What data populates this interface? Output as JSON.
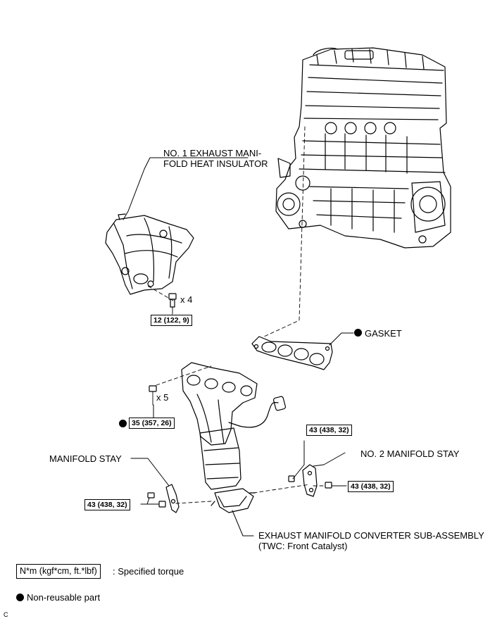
{
  "labels": {
    "insulator_line1": "NO. 1 EXHAUST MANI-",
    "insulator_line2": "FOLD HEAT INSULATOR",
    "gasket": "GASKET",
    "manifold_stay": "MANIFOLD STAY",
    "no2_manifold_stay": "NO. 2 MANIFOLD STAY",
    "converter_line1": "EXHAUST MANIFOLD CONVERTER SUB-ASSEMBLY",
    "converter_line2": "(TWC: Front Catalyst)"
  },
  "quantities": {
    "x4": "x 4",
    "x5": "x 5"
  },
  "torques": {
    "insulator_bolt": "12 (122, 9)",
    "manifold_nut": "35 (357, 26)",
    "no2_stay_upper": "43 (438, 32)",
    "no2_stay_side": "43 (438, 32)",
    "stay_left": "43 (438, 32)"
  },
  "legend": {
    "torque_unit": "N*m (kgf*cm, ft.*lbf)",
    "torque_desc": ": Specified torque",
    "nonreusable": "Non-reusable part"
  },
  "corner_mark": "C"
}
